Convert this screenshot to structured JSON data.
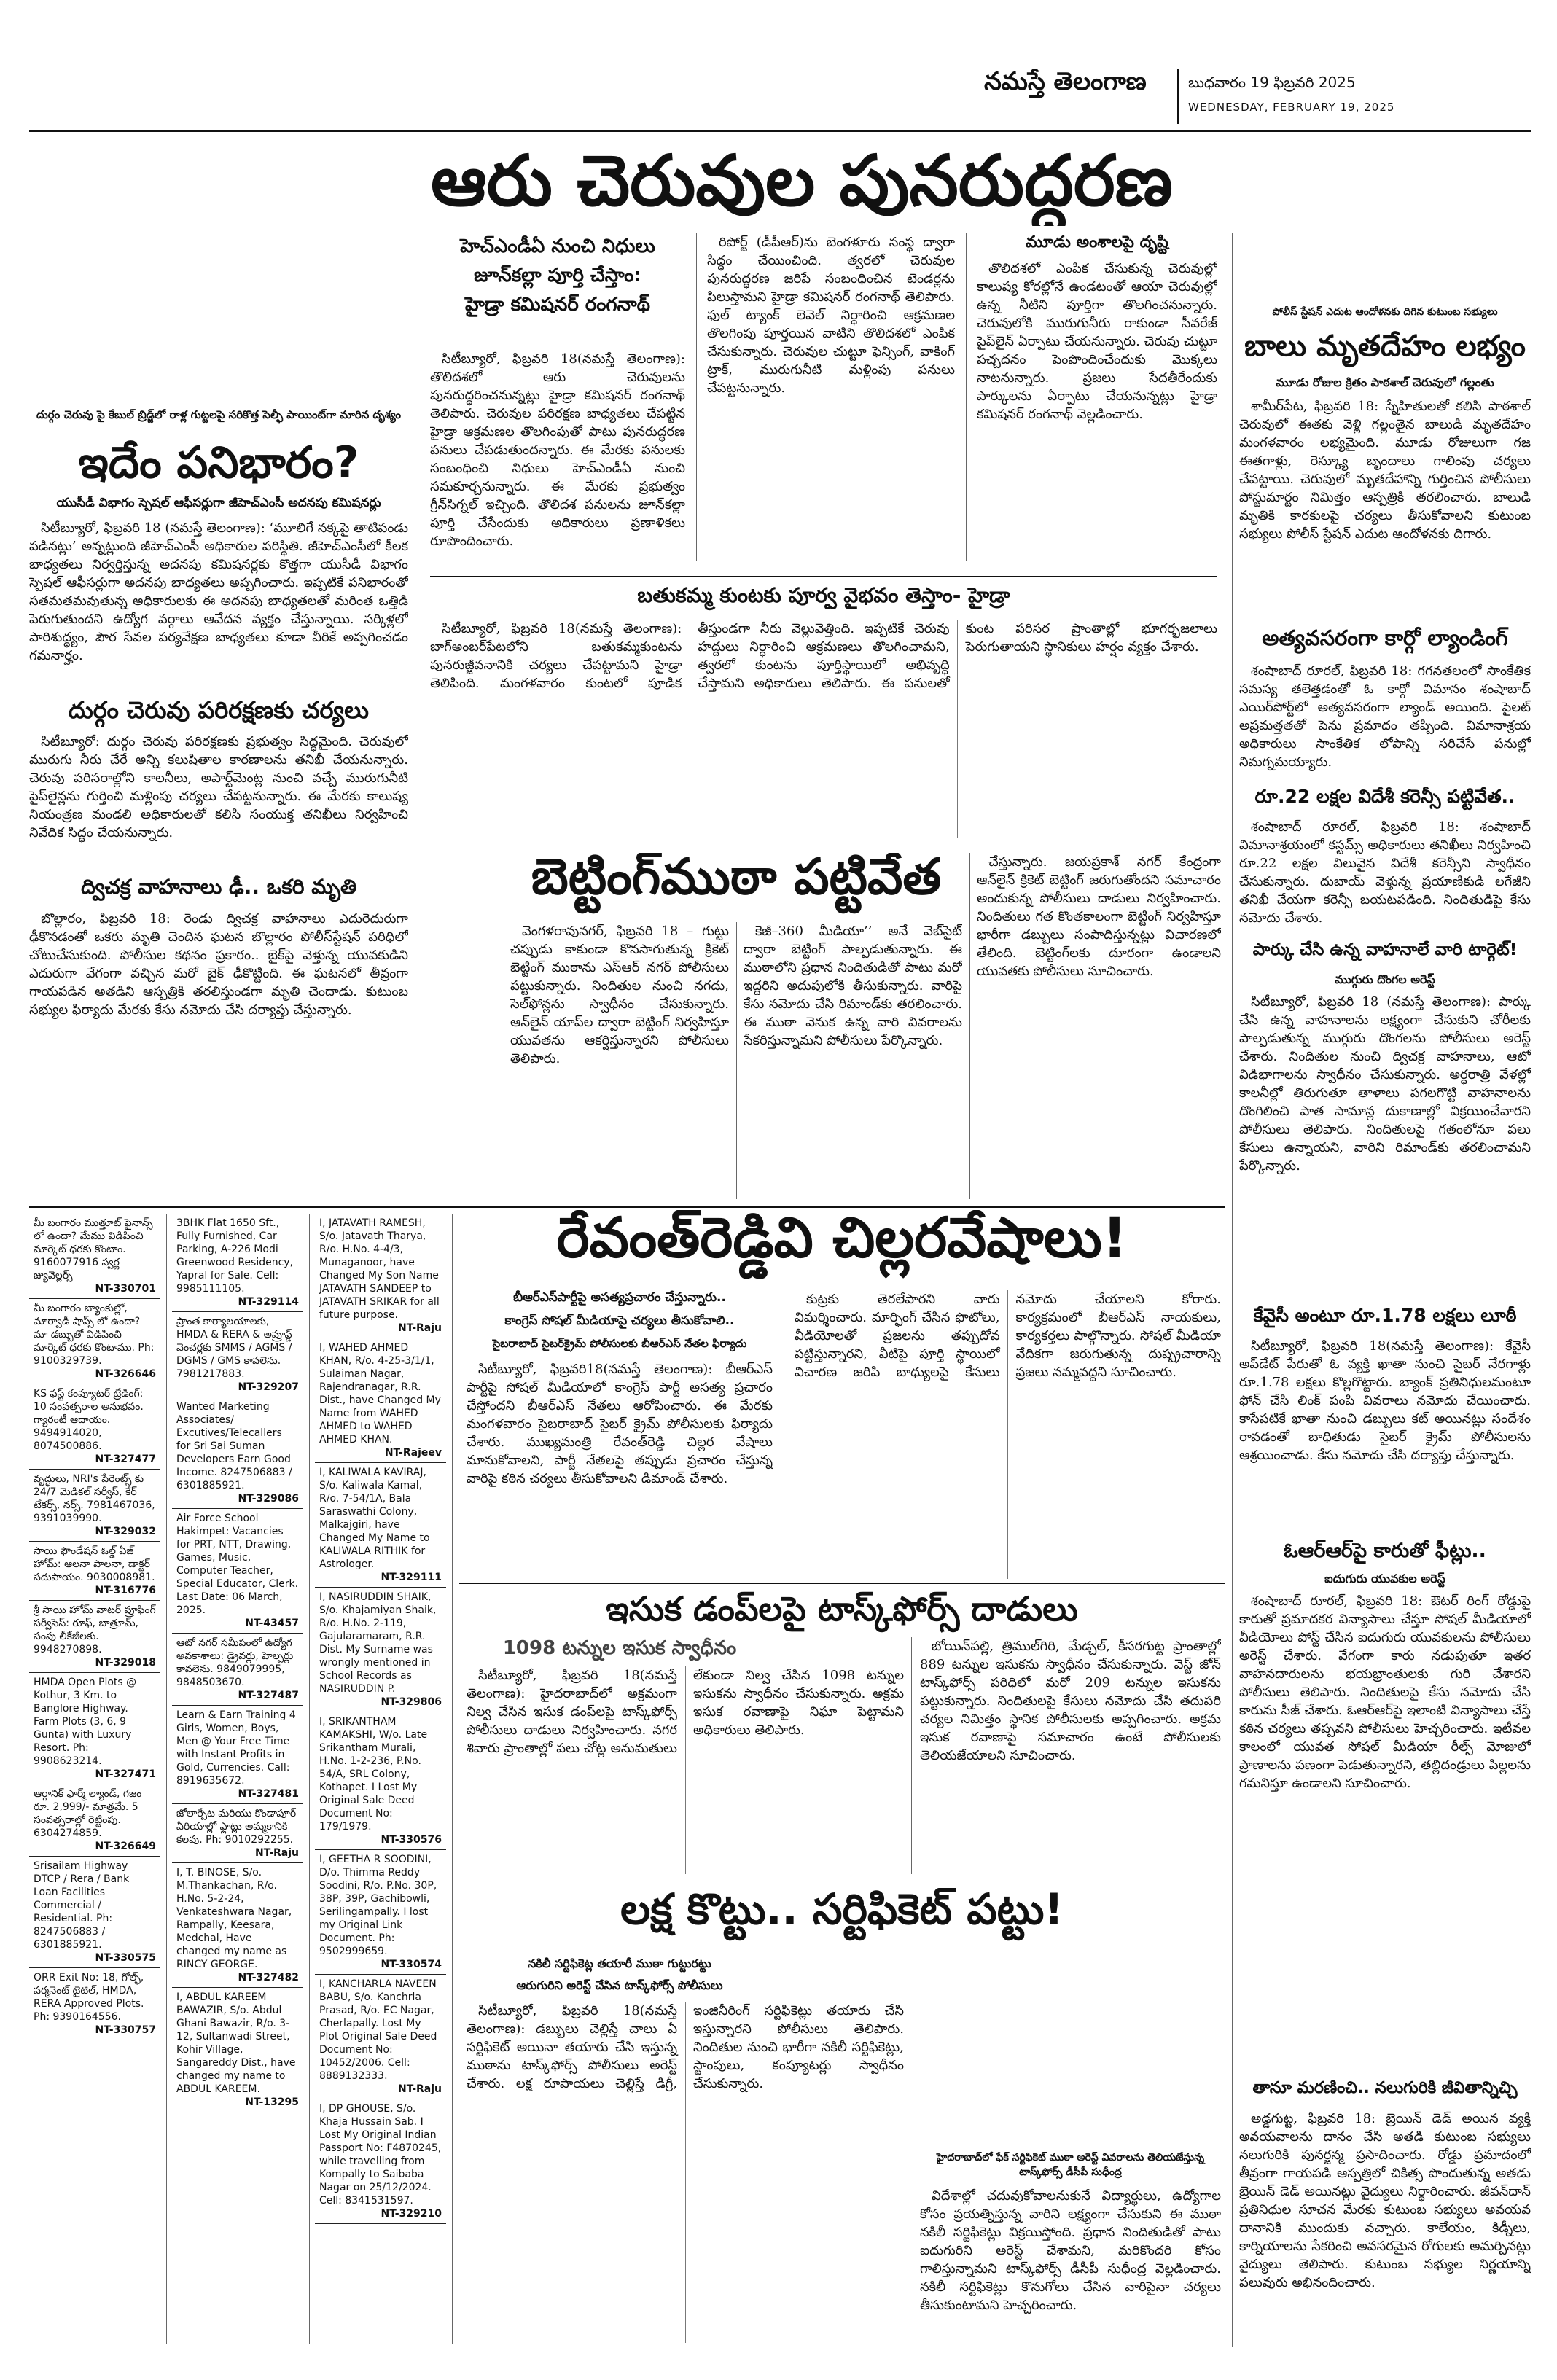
{
  "header": {
    "masthead": "నమస్తే తెలంగాణ",
    "date_te": "బుధవారం 19 ఫిబ్రవరి 2025",
    "date_en": "WEDNESDAY, FEBRUARY 19, 2025"
  },
  "lead": {
    "headline": "ఆరు చెరువుల పునరుద్ధరణ",
    "sub1": "హెచ్ఎండీఏ నుంచి నిధులు",
    "sub2": "జూన్‌కల్లా పూర్తి చేస్తాం:",
    "sub3": "హైడ్రా కమిషనర్ రంగనాథ్",
    "col1": "సిటీబ్యూరో, ఫిబ్రవరి 18(నమస్తే తెలంగాణ): తొలిదశలో ఆరు చెరువులను పునరుద్ధరించనున్నట్లు హైడ్రా కమిషనర్ రంగనాథ్ తెలిపారు. చెరువుల పరిరక్షణ బాధ్యతలు చేపట్టిన హైడ్రా ఆక్రమణల తొలగింపుతో పాటు పునరుద్ధరణ పనులు చేపడుతుందన్నారు. ఈ మేరకు పనులకు సంబంధించి నిధులు హెచ్ఎండీఏ నుంచి సమకూర్చనున్నారు. ఈ మేరకు ప్రభుత్వం గ్రీన్‌సిగ్నల్ ఇచ్చింది. తొలిదశ పనులను జూన్‌కల్లా పూర్తి చేసేందుకు అధికారులు ప్రణాళికలు రూపొందించారు.",
    "col2": "రిపోర్ట్ (డీపీఆర్)ను బెంగళూరు సంస్థ ద్వారా సిద్ధం చేయించింది. త్వరలో చెరువుల పునరుద్ధరణ జరిపే సంబంధించిన టెండర్లను పిలుస్తామని హైడ్రా కమిషనర్ రంగనాథ్ తెలిపారు. ఫుల్ ట్యాంక్ లెవెల్ నిర్ధారించి ఆక్రమణల తొలగింపు పూర్తయిన వాటిని తొలిదశలో ఎంపిక చేసుకున్నారు. చెరువుల చుట్టూ ఫెన్సింగ్, వాకింగ్ ట్రాక్, మురుగునీటి మళ్లింపు పనులు చేపట్టనున్నారు.",
    "col3_kicker": "మూడు అంశాలపై దృష్టి",
    "col3": "తొలిదశలో ఎంపిక చేసుకున్న చెరువుల్లో కాలుష్య కోరల్లోనే ఉండటంతో ఆయా చెరువుల్లో ఉన్న నీటిని పూర్తిగా తొలగించనున్నారు. చెరువులోకి మురుగునీరు రాకుండా సీవరేజ్ పైప్‌లైన్ ఏర్పాటు చేయనున్నారు. చెరువు చుట్టూ పచ్చదనం పెంపొందించేందుకు మొక్కలు నాటనున్నారు. ప్రజలు సేదతీరేందుకు పార్కులను ఏర్పాటు చేయనున్నట్లు హైడ్రా కమిషనర్ రంగనాథ్ వెల్లడించారు."
  },
  "bathukamma": {
    "headline": "బతుకమ్మ కుంటకు పూర్వ వైభవం తెస్తాం- హైడ్రా",
    "text": "సిటీబ్యూరో, ఫిబ్రవరి 18(నమస్తే తెలంగాణ): బాగ్‌అంబర్‌పేటలోని బతుకమ్మకుంటను పునరుజ్జీవనానికి చర్యలు చేపట్టామని హైడ్రా తెలిపింది. మంగళవారం కుంటలో పూడిక తీస్తుండగా నీరు వెల్లువెత్తింది. ఇప్పటికే చెరువు హద్దులు నిర్ధారించి ఆక్రమణలు తొలగించామని, త్వరలో కుంటను పూర్తిస్థాయిలో అభివృద్ధి చేస్తామని అధికారులు తెలిపారు. ఈ పనులతో కుంట పరిసర ప్రాంతాల్లో భూగర్భజలాలు పెరుగుతాయని స్థానికులు హర్షం వ్యక్తం చేశారు."
  },
  "left": {
    "kicker1": "దుర్గం చెరువు పై కేబుల్ బ్రిడ్జ్‌లో రాళ్ల గుట్టలపై సరికొత్త సెల్ఫీ పాయింట్‌గా మారిన దృశ్యం",
    "head1": "ఇదేం పనిభారం?",
    "sub1": "యుసీడీ విభాగం స్పెషల్ ఆఫీసర్లుగా జీహెచ్ఎంసీ అదనపు కమిషనర్లు",
    "text1": "సిటీబ్యూరో, ఫిబ్రవరి 18 (నమస్తే తెలంగాణ): ‘మూలిగే నక్కపై తాటిపండు పడినట్లు’ అన్నట్లుంది జీహెచ్ఎంసీ అధికారుల పరిస్థితి. జీహెచ్ఎంసీలో కీలక బాధ్యతలు నిర్వర్తిస్తున్న అదనపు కమిషనర్లకు కొత్తగా యుసీడీ విభాగం స్పెషల్ ఆఫీసర్లుగా అదనపు బాధ్యతలు అప్పగించారు. ఇప్పటికే పనిభారంతో సతమతమవుతున్న అధికారులకు ఈ అదనపు బాధ్యతలతో మరింత ఒత్తిడి పెరుగుతుందని ఉద్యోగ వర్గాలు ఆవేదన వ్యక్తం చేస్తున్నాయి. సర్కిళ్లలో పారిశుద్ధ్యం, పౌర సేవల పర్యవేక్షణ బాధ్యతలు కూడా వీరికే అప్పగించడం గమనార్హం.",
    "head2": "దుర్గం చెరువు పరిరక్షణకు చర్యలు",
    "text2": "సిటీబ్యూరో: దుర్గం చెరువు పరిరక్షణకు ప్రభుత్వం సిద్ధమైంది. చెరువులో మురుగు నీరు చేరే అన్ని కలుషితాల కారణాలను తనిఖీ చేయనున్నారు. చెరువు పరిసరాల్లోని కాలనీలు, అపార్ట్‌మెంట్ల నుంచి వచ్చే మురుగునీటి పైప్‌లైన్లను గుర్తించి మళ్లింపు చర్యలు చేపట్టనున్నారు. ఈ మేరకు కాలుష్య నియంత్రణ మండలి అధికారులతో కలిసి సంయుక్త తనిఖీలు నిర్వహించి నివేదిక సిద్ధం చేయనున్నారు.",
    "head3": "ద్విచక్ర వాహనాలు ఢీ.. ఒకరి మృతి",
    "text3": "బొల్లారం, ఫిబ్రవరి 18: రెండు ద్విచక్ర వాహనాలు ఎదురెదురుగా ఢీకొనడంతో ఒకరు మృతి చెందిన ఘటన బొల్లారం పోలీస్‌స్టేషన్ పరిధిలో చోటుచేసుకుంది. పోలీసుల కథనం ప్రకారం.. బైక్‌పై వెళ్తున్న యువకుడిని ఎదురుగా వేగంగా వచ్చిన మరో బైక్ ఢీకొట్టింది. ఈ ఘటనలో తీవ్రంగా గాయపడిన అతడిని ఆస్పత్రికి తరలిస్తుండగా మృతి చెందాడు. కుటుంబ సభ్యుల ఫిర్యాదు మేరకు కేసు నమోదు చేసి దర్యాప్తు చేస్తున్నారు."
  },
  "right": {
    "kicker1": "పోలీస్ స్టేషన్ ఎదుట ఆందోళనకు దిగిన కుటుంబ సభ్యులు",
    "head1": "బాలు మృతదేహం లభ్యం",
    "sub1": "మూడు రోజుల క్రితం పాఠశాల్ చెరువులో గల్లంతు",
    "text1": "శామీర్‌పేట, ఫిబ్రవరి 18: స్నేహితులతో కలిసి పాఠశాల్ చెరువులో ఈతకు వెళ్లి గల్లంతైన బాలుడి మృతదేహం మంగళవారం లభ్యమైంది. మూడు రోజులుగా గజ ఈతగాళ్లు, రెస్క్యూ బృందాలు గాలింపు చర్యలు చేపట్టాయి. చెరువులో మృతదేహాన్ని గుర్తించిన పోలీసులు పోస్టుమార్టం నిమిత్తం ఆస్పత్రికి తరలించారు. బాలుడి మృతికి కారకులపై చర్యలు తీసుకోవాలని కుటుంబ సభ్యులు పోలీస్ స్టేషన్ ఎదుట ఆందోళనకు దిగారు.",
    "head2": "అత్యవసరంగా కార్గో ల్యాండింగ్",
    "text2": "శంషాబాద్ రూరల్, ఫిబ్రవరి 18: గగనతలంలో సాంకేతిక సమస్య తలెత్తడంతో ఓ కార్గో విమానం శంషాబాద్ ఎయిర్‌పోర్ట్‌లో అత్యవసరంగా ల్యాండ్ అయింది. పైలట్ అప్రమత్తతతో పెను ప్రమాదం తప్పింది. విమానాశ్రయ అధికారులు సాంకేతిక లోపాన్ని సరిచేసే పనుల్లో నిమగ్నమయ్యారు.",
    "head3": "రూ.22 లక్షల విదేశీ కరెన్సీ పట్టివేత..",
    "text3": "శంషాబాద్ రూరల్, ఫిబ్రవరి 18: శంషాబాద్ విమానాశ్రయంలో కస్టమ్స్ అధికారులు తనిఖీలు నిర్వహించి రూ.22 లక్షల విలువైన విదేశీ కరెన్సీని స్వాధీనం చేసుకున్నారు. దుబాయ్ వెళ్తున్న ప్రయాణికుడి లగేజీని తనిఖీ చేయగా కరెన్సీ బయటపడింది. నిందితుడిపై కేసు నమోదు చేశారు.",
    "head4": "పార్కు చేసి ఉన్న వాహనాలే వారి టార్గెట్!",
    "sub4": "ముగ్గురు దొంగల అరెస్ట్",
    "text4": "సిటీబ్యూరో, ఫిబ్రవరి 18 (నమస్తే తెలంగాణ): పార్కు చేసి ఉన్న వాహనాలను లక్ష్యంగా చేసుకుని చోరీలకు పాల్పడుతున్న ముగ్గురు దొంగలను పోలీసులు అరెస్ట్ చేశారు. నిందితుల నుంచి ద్విచక్ర వాహనాలు, ఆటో విడిభాగాలను స్వాధీనం చేసుకున్నారు. అర్ధరాత్రి వేళల్లో కాలనీల్లో తిరుగుతూ తాళాలు పగలగొట్టి వాహనాలను దొంగిలించి పాత సామాన్ల దుకాణాల్లో విక్రయించేవారని పోలీసులు తెలిపారు. నిందితులపై గతంలోనూ పలు కేసులు ఉన్నాయని, వారిని రిమాండ్‌కు తరలించామని పేర్కొన్నారు.",
    "head5": "కేవైసీ అంటూ రూ.1.78 లక్షలు లూఠీ",
    "text5": "సిటీబ్యూరో, ఫిబ్రవరి 18(నమస్తే తెలంగాణ): కేవైసీ అప్‌డేట్ పేరుతో ఓ వ్యక్తి ఖాతా నుంచి సైబర్ నేరగాళ్లు రూ.1.78 లక్షలు కొల్లగొట్టారు. బ్యాంక్ ప్రతినిధులమంటూ ఫోన్ చేసి లింక్ పంపి వివరాలు నమోదు చేయించారు. కాసేపటికే ఖాతా నుంచి డబ్బులు కట్ అయినట్లు సందేశం రావడంతో బాధితుడు సైబర్ క్రైమ్ పోలీసులను ఆశ్రయించాడు. కేసు నమోదు చేసి దర్యాప్తు చేస్తున్నారు.",
    "head6": "ఓఆర్ఆర్‌పై కారుతో ఫీట్లు..",
    "sub6": "ఐదుగురు యువకుల అరెస్ట్",
    "text6": "శంషాబాద్ రూరల్, ఫిబ్రవరి 18: ఔటర్ రింగ్ రోడ్డుపై కారుతో ప్రమాదకర విన్యాసాలు చేస్తూ సోషల్ మీడియాలో వీడియోలు పోస్ట్ చేసిన ఐదుగురు యువకులను పోలీసులు అరెస్ట్ చేశారు. వేగంగా కారు నడుపుతూ ఇతర వాహనదారులను భయభ్రాంతులకు గురి చేశారని పోలీసులు తెలిపారు. నిందితులపై కేసు నమోదు చేసి కారును సీజ్ చేశారు. ఓఆర్ఆర్‌పై ఇలాంటి విన్యాసాలు చేస్తే కఠిన చర్యలు తప్పవని పోలీసులు హెచ్చరించారు. ఇటీవల కాలంలో యువత సోషల్ మీడియా రీల్స్ మోజులో ప్రాణాలను పణంగా పెడుతున్నారని, తల్లిదండ్రులు పిల్లలను గమనిస్తూ ఉండాలని సూచించారు.",
    "head7": "తానూ మరణించి.. నలుగురికి జీవితాన్నిచ్చి",
    "text7": "అడ్డగుట్ట, ఫిబ్రవరి 18: బ్రెయిన్ డెడ్ అయిన వ్యక్తి అవయవాలను దానం చేసి అతడి కుటుంబ సభ్యులు నలుగురికి పునర్జన్మ ప్రసాదించారు. రోడ్డు ప్రమాదంలో తీవ్రంగా గాయపడి ఆస్పత్రిలో చికిత్స పొందుతున్న అతడు బ్రెయిన్ డెడ్ అయినట్లు వైద్యులు నిర్ధారించారు. జీవన్‌దాన్ ప్రతినిధుల సూచన మేరకు కుటుంబ సభ్యులు అవయవ దానానికి ముందుకు వచ్చారు. కాలేయం, కిడ్నీలు, కార్నియాలను సేకరించి అవసరమైన రోగులకు అమర్చినట్లు వైద్యులు తెలిపారు. కుటుంబ సభ్యుల నిర్ణయాన్ని పలువురు అభినందించారు."
  },
  "betting": {
    "headline": "బెట్టింగ్‌ముఠా పట్టివేత",
    "col1": "వెంగళరావునగర్, ఫిబ్రవరి 18 – గుట్టు చప్పుడు కాకుండా కొనసాగుతున్న క్రికెట్ బెట్టింగ్ ముఠాను ఎస్ఆర్ నగర్ పోలీసులు పట్టుకున్నారు. నిందితుల నుంచి నగదు, సెల్‌ఫోన్లను స్వాధీనం చేసుకున్నారు. ఆన్‌లైన్ యాప్‌ల ద్వారా బెట్టింగ్ నిర్వహిస్తూ యువతను ఆకర్షిస్తున్నారని పోలీసులు తెలిపారు.",
    "col2": "కెజీ–360 మీడియా’’ అనే వెబ్‌సైట్ ద్వారా బెట్టింగ్ పాల్పడుతున్నారు. ఈ ముఠాలోని ప్రధాన నిందితుడితో పాటు మరో ఇద్దరిని అదుపులోకి తీసుకున్నారు. వారిపై కేసు నమోదు చేసి రిమాండ్‌కు తరలించారు. ఈ ముఠా వెనుక ఉన్న వారి వివరాలను సేకరిస్తున్నామని పోలీసులు పేర్కొన్నారు.",
    "col3": "చేస్తున్నారు. జయప్రకాశ్ నగర్ కేంద్రంగా ఆన్‌లైన్ క్రికెట్ బెట్టింగ్ జరుగుతోందని సమాచారం అందుకున్న పోలీసులు దాడులు నిర్వహించారు. నిందితులు గత కొంతకాలంగా బెట్టింగ్ నిర్వహిస్తూ భారీగా డబ్బులు సంపాదిస్తున్నట్లు విచారణలో తేలింది. బెట్టింగ్‌లకు దూరంగా ఉండాలని యువతకు పోలీసులు సూచించారు."
  },
  "revanth": {
    "headline": "రేవంత్‌రెడ్డివి చిల్లరవేషాలు!",
    "kick1": "బీఆర్ఎస్‌పార్టీపై అసత్యప్రచారం చేస్తున్నారు..",
    "kick2": "కాంగ్రెస్ సోషల్ మీడియాపై చర్యలు తీసుకోవాలి..",
    "kick3": "సైబరాబాద్ సైబర్‌క్రైమ్ పోలీసులకు బీఆర్ఎస్ నేతల ఫిర్యాదు",
    "col1": "సిటీబ్యూరో, ఫిబ్రవరి18(నమస్తే తెలంగాణ): బీఆర్ఎస్ పార్టీపై సోషల్ మీడియాలో కాంగ్రెస్ పార్టీ అసత్య ప్రచారం చేస్తోందని బీఆర్ఎస్ నేతలు ఆరోపించారు. ఈ మేరకు మంగళవారం సైబరాబాద్ సైబర్ క్రైమ్ పోలీసులకు ఫిర్యాదు చేశారు. ముఖ్యమంత్రి రేవంత్‌రెడ్డి చిల్లర వేషాలు మానుకోవాలని, పార్టీ నేతలపై తప్పుడు ప్రచారం చేస్తున్న వారిపై కఠిన చర్యలు తీసుకోవాలని డిమాండ్ చేశారు.",
    "col2": "కుట్రకు తెరలేపారని వారు విమర్శించారు. మార్ఫింగ్ చేసిన ఫొటోలు, వీడియోలతో ప్రజలను తప్పుదోవ పట్టిస్తున్నారని, వీటిపై పూర్తి స్థాయిలో విచారణ జరిపి బాధ్యులపై కేసులు నమోదు చేయాలని కోరారు. కార్యక్రమంలో బీఆర్ఎస్ నాయకులు, కార్యకర్తలు పాల్గొన్నారు. సోషల్ మీడియా వేదికగా జరుగుతున్న దుష్ప్రచారాన్ని ప్రజలు నమ్మవద్దని సూచించారు."
  },
  "sand": {
    "headline": "ఇసుక డంప్‌లపై టాస్క్‌ఫోర్స్ దాడులు",
    "sub": "1098 టన్నుల ఇసుక స్వాధీనం",
    "col1": "సిటీబ్యూరో, ఫిబ్రవరి 18(నమస్తే తెలంగాణ): హైదరాబాద్‌లో అక్రమంగా నిల్వ చేసిన ఇసుక డంప్‌లపై టాస్క్‌ఫోర్స్ పోలీసులు దాడులు నిర్వహించారు. నగర శివారు ప్రాంతాల్లో పలు చోట్ల అనుమతులు లేకుండా నిల్వ చేసిన 1098 టన్నుల ఇసుకను స్వాధీనం చేసుకున్నారు. అక్రమ ఇసుక రవాణాపై నిఘా పెట్టామని అధికారులు తెలిపారు.",
    "col2": "బోయిన్‌పల్లి, త్రిముల్‌గిరి, మేడ్చల్, కీసరగుట్ట ప్రాంతాల్లో 889 టన్నుల ఇసుకను స్వాధీనం చేసుకున్నారు. వెస్ట్ జోన్ టాస్క్‌ఫోర్స్ పరిధిలో మరో 209 టన్నుల ఇసుకను పట్టుకున్నారు. నిందితులపై కేసులు నమోదు చేసి తదుపరి చర్యల నిమిత్తం స్థానిక పోలీసులకు అప్పగించారు. అక్రమ ఇసుక రవాణాపై సమాచారం ఉంటే పోలీసులకు తెలియజేయాలని సూచించారు."
  },
  "lakh": {
    "headline": "లక్ష కొట్టు.. సర్టిఫికెట్ పట్టు!",
    "sub": "నకిలీ సర్టిఫికెట్ల తయారీ ముఠా గుట్టురట్టు",
    "sub2": "ఆరుగురిని అరెస్ట్ చేసిన టాస్క్‌ఫోర్స్ పోలీసులు",
    "col1": "సిటీబ్యూరో, ఫిబ్రవరి 18(నమస్తే తెలంగాణ): డబ్బులు చెల్లిస్తే చాలు ఏ సర్టిఫికెట్ అయినా తయారు చేసి ఇస్తున్న ముఠాను టాస్క్‌ఫోర్స్ పోలీసులు అరెస్ట్ చేశారు. లక్ష రూపాయలు చెల్లిస్తే డిగ్రీ, ఇంజినీరింగ్ సర్టిఫికెట్లు తయారు చేసి ఇస్తున్నారని పోలీసులు తెలిపారు. నిందితుల నుంచి భారీగా నకిలీ సర్టిఫికెట్లు, స్టాంపులు, కంప్యూటర్లు స్వాధీనం చేసుకున్నారు.",
    "photo_caption": "హైదరాబాద్‌లో ఫేక్ సర్టిఫికెట్ ముఠా అరెస్ట్ వివరాలను తెలియజేస్తున్న టాస్క్‌ఫోర్స్ డీసీపీ సుధీంద్ర",
    "col2": "విదేశాల్లో చదువుకోవాలనుకునే విద్యార్థులు, ఉద్యోగాల కోసం ప్రయత్నిస్తున్న వారిని లక్ష్యంగా చేసుకుని ఈ ముఠా నకిలీ సర్టిఫికెట్లు విక్రయిస్తోంది. ప్రధాన నిందితుడితో పాటు ఐదుగురిని అరెస్ట్ చేశామని, మరికొందరి కోసం గాలిస్తున్నామని టాస్క్‌ఫోర్స్ డీసీపీ సుధీంద్ర వెల్లడించారు. నకిలీ సర్టిఫికెట్లు కొనుగోలు చేసిన వారిపైనా చర్యలు తీసుకుంటామని హెచ్చరించారు."
  },
  "classifieds": {
    "col1": [
      {
        "text": "మీ బంగారం ముత్తూట్ ఫైనాన్స్ లో ఉందా? మేము విడిపించి మార్కెట్ ధరకు కొంటాం. 9160077916 స్వర్ణ జ్యువెల్లర్స్",
        "code": "NT-330701"
      },
      {
        "text": "మీ బంగారం బ్యాంకుల్లో, మార్వాడీ షాప్స్ లో ఉందా? మా డబ్బుతో విడిపించి మార్కెట్ ధరకు కొంటాము. Ph: 9100329739.",
        "code": "NT-326646"
      },
      {
        "text": "KS ఫస్ట్ కంప్యూటర్ ట్రేడింగ్: 10 సంవత్సరాల అనుభవం. గ్యారంటీ ఆదాయం. 9494914020, 8074500886.",
        "code": "NT-327477"
      },
      {
        "text": "వృద్ధులు, NRI's పేరెంట్స్ కు 24/7 మెడికల్ సర్వీస్, కేర్ టేకర్స్, నర్స్. 7981467036, 9391039990.",
        "code": "NT-329032"
      },
      {
        "text": "సాయి ఫౌండేషన్ ఓల్డ్ ఏజ్ హోమ్: ఆలనా పాలనా, డాక్టర్ సదుపాయం. 9030008981.",
        "code": "NT-316776"
      },
      {
        "text": "శ్రీ సాయి హోమ్ వాటర్ ప్రూఫింగ్ సర్వీసెస్: రూఫ్, బాత్రూమ్, సంపు లీకేజీలకు. 9948270898.",
        "code": "NT-329018"
      },
      {
        "text": "HMDA Open Plots @ Kothur, 3 Km. to Banglore Highway. Farm Plots (3, 6, 9 Gunta) with Luxury Resort. Ph: 9908623214.",
        "code": "NT-327471"
      },
      {
        "text": "ఆర్గానిక్ ఫార్మ్ ల్యాండ్, గజం రూ. 2,999/- మాత్రమే. 5 సంవత్సరాల్లో రెట్టింపు. 6304274859.",
        "code": "NT-326649"
      },
      {
        "text": "Srisailam Highway DTCP / Rera / Bank Loan Facilities Commercial / Residential. Ph: 8247506883 / 6301885921.",
        "code": "NT-330575"
      },
      {
        "text": "ORR Exit No: 18, గోల్ఫ్, పర్మనెంట్ టైటిల్, HMDA, RERA Approved Plots. Ph: 9390164556.",
        "code": "NT-330757"
      }
    ],
    "col2": [
      {
        "text": "3BHK Flat 1650 Sft., Fully Furnished, Car Parking, A-226 Modi Greenwood Residency, Yapral for Sale. Cell: 9985111105.",
        "code": "NT-329114"
      },
      {
        "text": "ప్రాంత కార్యాలయాలకు, HMDA & RERA & అప్రూవ్డ్ వెంచర్లకు SMMS / AGMS / DGMS / GMS కావలెను. 7981217883.",
        "code": "NT-329207"
      },
      {
        "text": "Wanted Marketing Associates/ Excutives/Telecallers for Sri Sai Suman Developers Earn Good Income. 8247506883 / 6301885921.",
        "code": "NT-329086"
      },
      {
        "text": "Air Force School Hakimpet: Vacancies for PRT, NTT, Drawing, Games, Music, Computer Teacher, Special Educator, Clerk. Last Date: 06 March, 2025.",
        "code": "NT-43457"
      },
      {
        "text": "ఆటో నగర్ సమీపంలో ఉద్యోగ అవకాశాలు: డ్రైవర్లు, హెల్పర్లు కావలెను. 9849079995, 9848503670.",
        "code": "NT-327487"
      },
      {
        "text": "Learn & Earn Training 4 Girls, Women, Boys, Men @ Your Free Time with Instant Profits in Gold, Currencies. Call: 8919635672.",
        "code": "NT-327481"
      },
      {
        "text": "జోలార్పేట మరియు కొండాపూర్ ఏరియాల్లో ఫ్లాట్లు అమ్మకానికి కలవు. Ph: 9010292255.",
        "code": "NT-Raju"
      },
      {
        "text": "I, T. BINOSE, S/o. M.Thankachan, R/o. H.No. 5-2-24, Venkateshwara Nagar, Rampally, Keesara, Medchal, Have changed my name as RINCY GEORGE.",
        "code": "NT-327482"
      },
      {
        "text": "I, ABDUL KAREEM BAWAZIR, S/o. Abdul Ghani Bawazir, R/o. 3-12, Sultanwadi Street, Kohir Village, Sangareddy Dist., have changed my name to ABDUL KAREEM.",
        "code": "NT-13295"
      }
    ],
    "col3": [
      {
        "text": "I, JATAVATH RAMESH, S/o. Jatavath Tharya, R/o. H.No. 4-4/3, Munaganoor, have Changed My Son Name JATAVATH SANDEEP to JATAVATH SRIKAR for all future purpose.",
        "code": "NT-Raju"
      },
      {
        "text": "I, WAHED AHMED KHAN, R/o. 4-25-3/1/1, Sulaiman Nagar, Rajendranagar, R.R. Dist., have Changed My Name from WAHED AHMED to WAHED AHMED KHAN.",
        "code": "NT-Rajeev"
      },
      {
        "text": "I, KALIWALA KAVIRAJ, S/o. Kaliwala Kamal, R/o. 7-54/1A, Bala Saraswathi Colony, Malkajgiri, have Changed My Name to KALIWALA RITHIK for Astrologer.",
        "code": "NT-329111"
      },
      {
        "text": "I, NASIRUDDIN SHAIK, S/o. Khajamiyan Shaik, R/o. H.No. 2-119, Gajularamaram, R.R. Dist. My Surname was wrongly mentioned in School Records as NASIRUDDIN P.",
        "code": "NT-329806"
      },
      {
        "text": "I, SRIKANTHAM KAMAKSHI, W/o. Late Srikantham Murali, H.No. 1-2-236, P.No. 54/A, SRL Colony, Kothapet. I Lost My Original Sale Deed Document No: 179/1979.",
        "code": "NT-330576"
      },
      {
        "text": "I, GEETHA R SOODINI, D/o. Thimma Reddy Soodini, R/o. P.No. 30P, 38P, 39P, Gachibowli, Serilingampally. I lost my Original Link Document. Ph: 9502999659.",
        "code": "NT-330574"
      },
      {
        "text": "I, KANCHARLA NAVEEN BABU, S/o. Kanchrla Prasad, R/o. EC Nagar, Cherlapally. Lost My Plot Original Sale Deed Document No: 10452/2006. Cell: 8889132333.",
        "code": "NT-Raju"
      },
      {
        "text": "I, DP GHOUSE, S/o. Khaja Hussain Sab. I Lost My Original Indian Passport No: F4870245, while travelling from Kompally to Saibaba Nagar on 25/12/2024. Cell: 8341531597.",
        "code": "NT-329210"
      }
    ]
  }
}
